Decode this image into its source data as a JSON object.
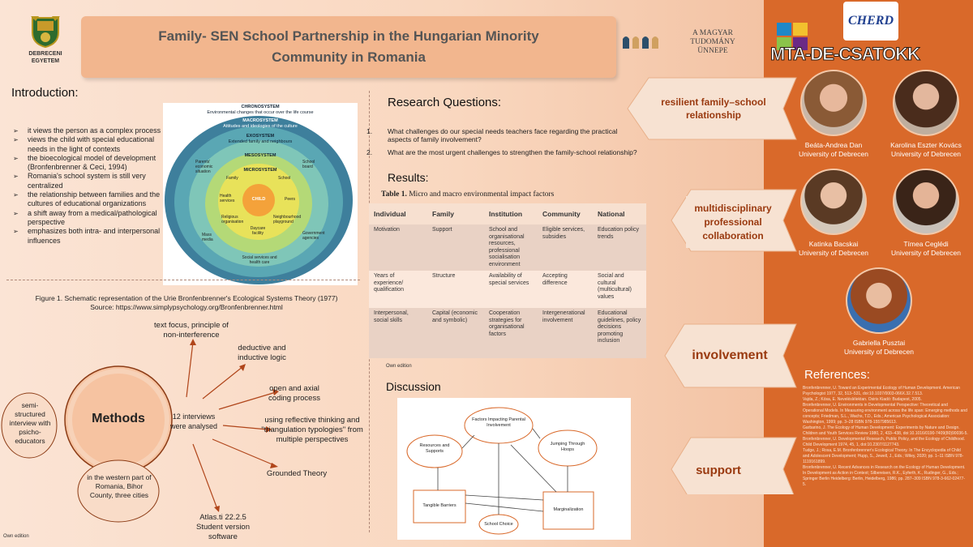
{
  "header": {
    "title": "Family- SEN School Partnership in the Hungarian Minority Community in Romania",
    "university_logo_text": "DEBRECENI EGYETEM",
    "celebration_logo_text": [
      "A MAGYAR",
      "TUDOMÁNY",
      "ÜNNEPE"
    ],
    "cherd_text": "CHERD",
    "csatokk_text": "MTA-DE-CSATOKK"
  },
  "introduction": {
    "heading": "Introduction:",
    "bullets": [
      "it views the person as a complex process",
      "views the child with special educational needs in the light of contexts",
      "the bioecological model of development (Bronfenbrenner & Ceci, 1994)",
      " Romania's school system is still very centralized",
      "the relationship between families and the cultures of educational organizations",
      "a shift away from a medical/pathological perspective",
      "emphasizes both intra- and interpersonal influences"
    ]
  },
  "ecological_model": {
    "chronosystem": "CHRONOSYSTEM",
    "chronosystem_sub": "Environmental changes that occur over the life course",
    "macrosystem": "MACROSYSTEM",
    "macrosystem_sub": "Attitudes and ideologies of the culture",
    "exosystem": "EXOSYSTEM",
    "exosystem_sub": "Extended family and neighbours",
    "mesosystem": "MESOSYSTEM",
    "microsystem": "MICROSYSTEM",
    "child": "CHILD",
    "items": [
      "Family",
      "School",
      "Peers",
      "Health services",
      "Religious organisation",
      "Daycare facility",
      "Neighbourhood playground",
      "Parents' economic situation",
      "School board",
      "Mass media",
      "Government agencies",
      "Social services and health care"
    ]
  },
  "figure_caption": {
    "line1": "Figure 1. Schematic representation of the Urie Bronfenbrenner's Ecological Systems Theory (1977)",
    "line2": "Source: https://www.simplypsychology.org/Bronfenbrenner.html"
  },
  "methods": {
    "title": "Methods",
    "left_bubble": "semi-structured interview with psicho-educators",
    "bottom_bubble": "in the western part of Romania, Bihor County, three cities",
    "center_text": "12 interviews were analysed",
    "branches": [
      "text focus, principle of non-interference",
      "deductive and inductive logic",
      "open and axial coding process",
      "using reflective thinking and \"triangulation typologies\" from multiple perspectives",
      "Grounded Theory",
      "Atlas.ti 22.2.5 Student version software"
    ],
    "own_edition": "Own edition"
  },
  "research_questions": {
    "heading": "Research Questions:",
    "items": [
      {
        "num": "1.",
        "text": "What challenges do our special needs teachers face regarding the practical aspects of family involvement?"
      },
      {
        "num": "2.",
        "text": "What are the most urgent challenges to strengthen the family-school relationship?"
      }
    ]
  },
  "results": {
    "heading": "Results:",
    "table_label": "Table 1.",
    "table_caption": " Micro and macro environmental impact factors",
    "columns": [
      "Individual",
      "Family",
      "Institution",
      "Community",
      "National"
    ],
    "rows": [
      [
        "Motivation",
        "Support",
        "School and organisational resources, professional socialisation environment",
        "Eligible services, subsidies",
        "Education policy trends"
      ],
      [
        "Years of experience/ qualification",
        "Structure",
        "Availability of special services",
        "Accepting difference",
        "Social and cultural (multicultural) values"
      ],
      [
        "Interpersonal, social skills",
        "Capital (economic and symbolic)",
        "Cooperation strategies for organisational factors",
        "Intergenerational involvement",
        "Educational guidelines, policy decisions promoting inclusion"
      ]
    ],
    "own_edition": "Own edition"
  },
  "discussion": {
    "heading": "Discussion",
    "nodes": [
      "Factors Impacting Parental Involvement",
      "Resources and Supports",
      "Jumping Through Hoops",
      "Tangible Barriers",
      "Marginalization",
      "School Choice"
    ]
  },
  "banners": [
    "resilient family–school relationship",
    "multidisciplinary professional collaboration",
    "involvement",
    "support"
  ],
  "people": [
    {
      "name": "Beáta-Andrea Dan",
      "affiliation": "University of Debrecen"
    },
    {
      "name": "Karolina Eszter Kovács",
      "affiliation": "University of Debrecen"
    },
    {
      "name": "Katinka Bacskai",
      "affiliation": "University of Debrecen"
    },
    {
      "name": "Tímea Ceglédi",
      "affiliation": "University of Debrecen"
    },
    {
      "name": "Gabriella Pusztai",
      "affiliation": "University of Debrecen"
    }
  ],
  "references": {
    "heading": "References:",
    "items": [
      "Bronfenbrenner, U. Toward an Experimental Ecology of Human Development. American Psychologist 1977, 32, 513–531, doi:10.1037/0003-066X.32.7.513.",
      "Vajda, Z.; Kósa, E. Neveléslélektan. Osiris Kiadó: Budapest, 2005.",
      "Bronfenbrenner, U. Environments in Developmental Perspective: Theoretical and Operational Models. In Measuring environment across the life span: Emerging methods and concepts; Friedman, S.L., Wachs, T.D., Eds.; American Psychological Association: Washington, 1999; pp. 3–28 ISBN 978-1557985613.",
      "Garbarino, J. The Ecology of Human Development: Experiments by Nature and Design. Children and Youth Services Review 1980, 2, 433–438, doi:10.1016/0190-7409(80)90036-5.",
      "Bronfenbrenner, U. Developmental Research, Public Policy, and the Ecology of Childhood. Child Development 1974, 45, 1, doi:10.2307/1127743.",
      "Tudge, J.; Rosa, E.M. Bronfenbrenner's Ecological Theory. In The Encyclopedia of Child and Adolescent Development; Hupp, S., Jewell, J., Eds.; Wiley, 2020; pp. 1–11 ISBN 978-1119161899.",
      "Bronfenbrenner, U. Recent Advances in Research on the Ecology of Human Development. In Development as Action in Context; Silbereisen, R.K., Eyferth, K., Rudinger, G., Eds.; Springer Berlin Heidelberg: Berlin, Heidelberg, 1986; pp. 287–309 ISBN 978-3-662-02477-5."
    ]
  },
  "colors": {
    "accent": "#d9692a",
    "title_bar": "#f2b68e",
    "banner_text": "#9a3a10"
  }
}
